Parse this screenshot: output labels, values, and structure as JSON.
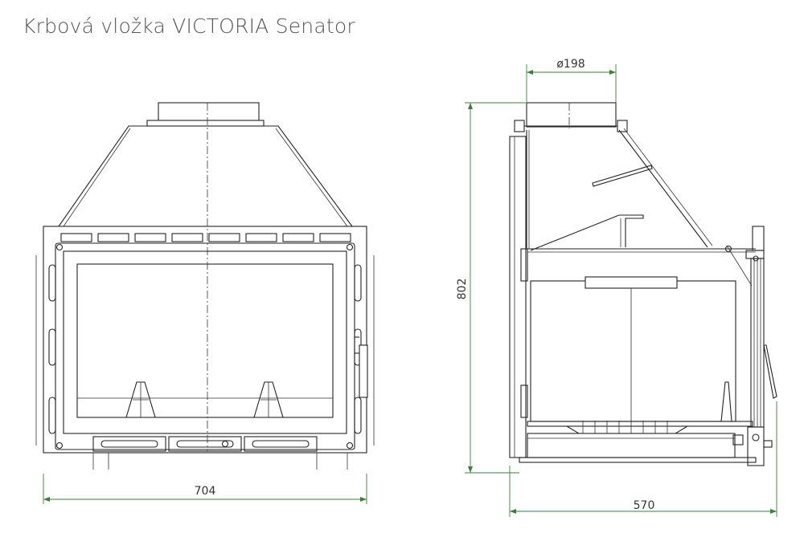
{
  "title": "Krbová vložka VICTORIA Senator",
  "dimensions": {
    "width": "704",
    "height": "802",
    "depth": "570",
    "flue_diameter": "ø198"
  },
  "colors": {
    "title": "#555555",
    "lines": "#222222",
    "dimension_lines": "#3a7f3a"
  }
}
